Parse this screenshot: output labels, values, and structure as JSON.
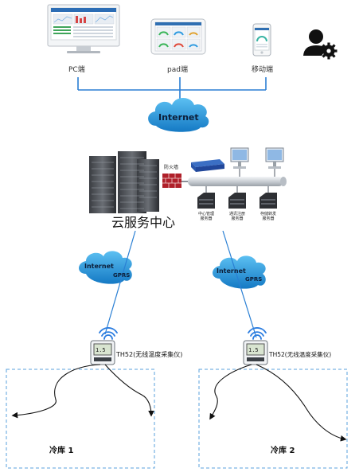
{
  "clients": {
    "pc": "PC端",
    "pad": "pad端",
    "mobile": "移动端"
  },
  "internet_main": "Internet",
  "server_center": {
    "title": "云服务中心",
    "firewall": "防火墙",
    "servers": [
      "中心管理\n服务器",
      "通讯注册\n服务器",
      "存储转发\n服务器"
    ]
  },
  "links": [
    {
      "internet": "Internet",
      "gprs": "GPRS"
    },
    {
      "internet": "Internet",
      "gprs": "GPRS"
    }
  ],
  "devices": [
    {
      "label": "TH52(无线温度采集仪)"
    },
    {
      "label": "TH52(无线温度采集仪)"
    }
  ],
  "rooms": [
    "冷库 1",
    "冷库 2"
  ],
  "colors": {
    "cloud": "#1f8fd6",
    "link": "#2a7fd4",
    "dashed": "#5aa0dd",
    "wifi": "#2b7de0",
    "admin": "#111111"
  },
  "icons": [
    "admin-gear-icon",
    "wifi-icon"
  ]
}
